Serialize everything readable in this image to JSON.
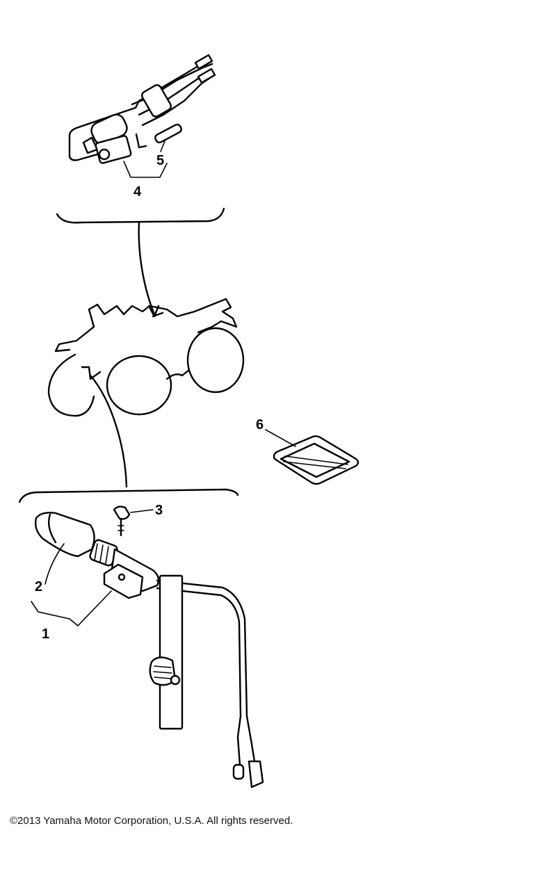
{
  "callouts": {
    "c1": "1",
    "c2": "2",
    "c3": "3",
    "c4": "4",
    "c5": "5",
    "c6": "6"
  },
  "footer": {
    "copyright": "©2013 Yamaha Motor Corporation, U.S.A. All rights reserved."
  }
}
